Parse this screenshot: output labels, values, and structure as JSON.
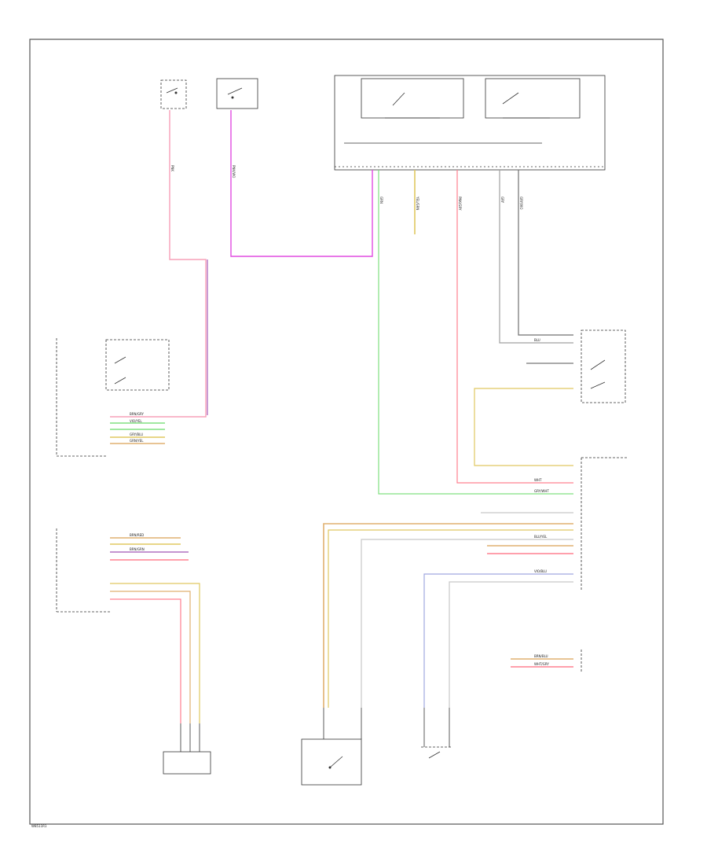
{
  "diagram_id": "W8511R1",
  "colors": {
    "pink": "#f7a0b8",
    "violet": "#e04ce0",
    "purple": "#b070c0",
    "green": "#80e080",
    "yellow": "#e0c860",
    "gray": "#a0a0a0",
    "dark": "#707070",
    "red": "#ff8090",
    "black": "#303030",
    "white": "#c8c8c8",
    "blue": "#a0a8e0",
    "orange": "#e0b070"
  },
  "wire_labels": [
    "PNK",
    "PNK/VIO",
    "GRN",
    "YEL/GRN",
    "PNK/GRY",
    "GRY",
    "GRY/VIO",
    "BRN/GRY",
    "VIO/YEL",
    "GRY/BLU",
    "GRN/YEL",
    "BRN/RED",
    "BRN/GRN",
    "BLU",
    "WHT",
    "GRY/WHT",
    "BLU/YEL",
    "VIO/BLU",
    "BRN/BLU",
    "WHT/GRY"
  ]
}
